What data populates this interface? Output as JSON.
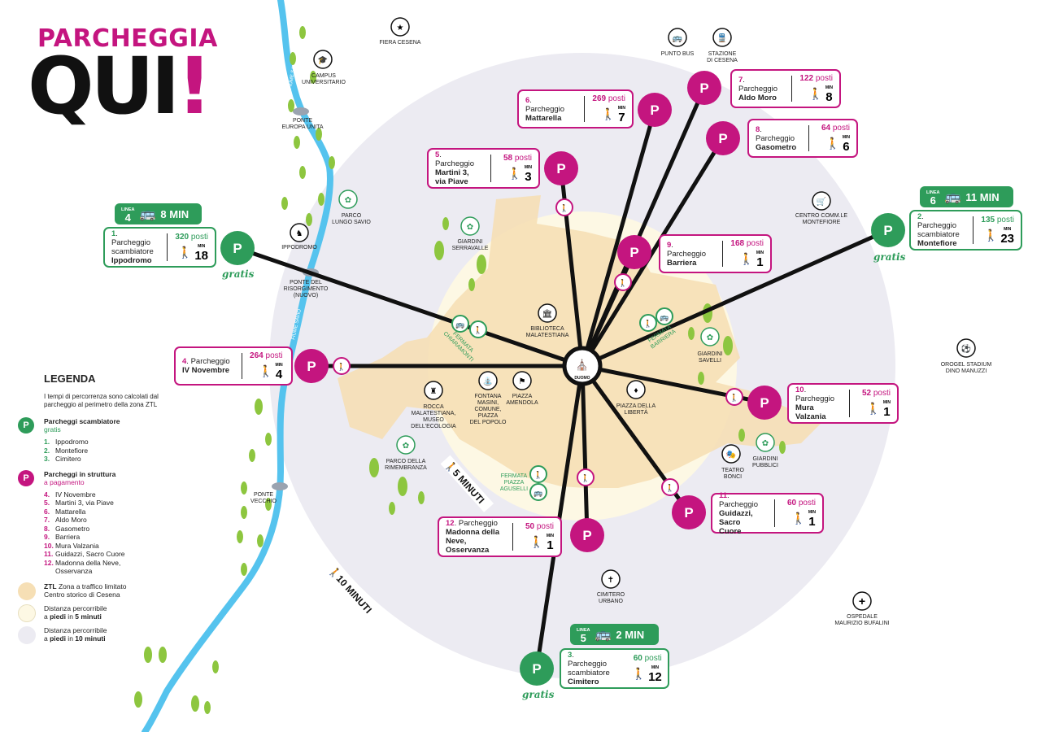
{
  "title": {
    "line1": "PARCHEGGIA",
    "line2": "QUI",
    "bang": "!"
  },
  "rings": {
    "five": "5 MINUTI",
    "ten": "10 MINUTI"
  },
  "center": {
    "label": "DUOMO"
  },
  "parking_marker": "P",
  "gratis": "gratis",
  "posti_word": "posti",
  "min_word": "MIN",
  "pedestrian_icon": "walk-icon",
  "colors": {
    "magenta": "#c4157f",
    "green": "#2e9c5a",
    "river": "#55c3ee",
    "ztl": "#f6dfb5",
    "walk5": "#fdf8e4",
    "walk10": "#ecebf2"
  },
  "parkings": [
    {
      "id": "1",
      "line1": "Parcheggio",
      "line2": "scambiatore",
      "name": "Ippodromo",
      "posti": "320",
      "min": "18",
      "type": "scambiatore"
    },
    {
      "id": "2",
      "line1": "Parcheggio",
      "line2": "scambiatore",
      "name": "Montefiore",
      "posti": "135",
      "min": "23",
      "type": "scambiatore"
    },
    {
      "id": "3",
      "line1": "Parcheggio",
      "line2": "scambiatore",
      "name": "Cimitero",
      "posti": "60",
      "min": "12",
      "type": "scambiatore"
    },
    {
      "id": "4",
      "line1": "Parcheggio",
      "name": "IV Novembre",
      "posti": "264",
      "min": "4",
      "type": "struttura"
    },
    {
      "id": "5",
      "line1": "Parcheggio",
      "name": "Martini 3,",
      "name2": "via Piave",
      "posti": "58",
      "min": "3",
      "type": "struttura"
    },
    {
      "id": "6",
      "line1": "Parcheggio",
      "name": "Mattarella",
      "posti": "269",
      "min": "7",
      "type": "struttura"
    },
    {
      "id": "7",
      "line1": "Parcheggio",
      "name": "Aldo Moro",
      "posti": "122",
      "min": "8",
      "type": "struttura"
    },
    {
      "id": "8",
      "line1": "Parcheggio",
      "name": "Gasometro",
      "posti": "64",
      "min": "6",
      "type": "struttura"
    },
    {
      "id": "9",
      "line1": "Parcheggio",
      "name": "Barriera",
      "posti": "168",
      "min": "1",
      "type": "struttura"
    },
    {
      "id": "10",
      "line1": "Parcheggio",
      "name": "Mura Valzania",
      "posti": "52",
      "min": "1",
      "type": "struttura"
    },
    {
      "id": "11",
      "line1": "Parcheggio",
      "name": "Guidazzi,",
      "name2": "Sacro Cuore",
      "posti": "60",
      "min": "1",
      "type": "struttura"
    },
    {
      "id": "12",
      "line1": "Parcheggio",
      "name": "Madonna della",
      "name2": "Neve, Osservanza",
      "posti": "50",
      "min": "1",
      "type": "struttura"
    }
  ],
  "bus": [
    {
      "linea_label": "LINEA",
      "line": "4",
      "time": "8 MIN"
    },
    {
      "linea_label": "LINEA",
      "line": "6",
      "time": "11 MIN"
    },
    {
      "linea_label": "LINEA",
      "line": "5",
      "time": "2 MIN"
    }
  ],
  "places": {
    "fiera": "FIERA CESENA",
    "punto_bus": "PUNTO BUS",
    "stazione": [
      "STAZIONE",
      "DI CESENA"
    ],
    "campus": [
      "CAMPUS",
      "UNIVERSITARIO"
    ],
    "ponte_europa": [
      "PONTE",
      "EUROPA UNITA"
    ],
    "parco_savio": [
      "PARCO",
      "LUNGO SAVIO"
    ],
    "ippodromo": "IPPODROMO",
    "ponte_risorgimento": [
      "PONTE DEL",
      "RISORGIMENTO",
      "(NUOVO)"
    ],
    "giardini_serravalle": [
      "GIARDINI",
      "SERRAVALLE"
    ],
    "biblioteca": [
      "BIBLIOTECA",
      "MALATESTIANA"
    ],
    "fermata_chiaramonti": [
      "FERMATA",
      "CHIARAMONTI"
    ],
    "centro_comm": [
      "CENTRO COMM.LE",
      "MONTEFIORE"
    ],
    "fermata_barriera": [
      "FERMATA",
      "BARRIERA"
    ],
    "giardini_savelli": [
      "GIARDINI",
      "SAVELLI"
    ],
    "orogel": [
      "OROGEL STADIUM",
      "DINO MANUZZI"
    ],
    "rocca": [
      "ROCCA",
      "MALATESTIANA,",
      "MUSEO",
      "DELL'ECOLOGIA"
    ],
    "fontana": [
      "FONTANA",
      "MASINI,",
      "COMUNE,",
      "PIAZZA",
      "DEL POPOLO"
    ],
    "amendola": [
      "PIAZZA",
      "AMENDOLA"
    ],
    "liberta": [
      "PIAZZA DELLA",
      "LIBERTÀ"
    ],
    "giardini_pubblici": [
      "GIARDINI",
      "PUBBLICI"
    ],
    "teatro": [
      "TEATRO",
      "BONCI"
    ],
    "parco_rimembranza": [
      "PARCO DELLA",
      "RIMEMBRANZA"
    ],
    "fermata_aguselli": [
      "FERMATA",
      "PIAZZA",
      "AGUSELLI"
    ],
    "ponte_vecchio": [
      "PONTE",
      "VECCHIO"
    ],
    "cimitero": [
      "CIMITERO",
      "URBANO"
    ],
    "ospedale": [
      "OSPEDALE",
      "MAURIZIO BUFALINI"
    ],
    "fiume": "FIUME SAVIO"
  },
  "legend": {
    "title": "LEGENDA",
    "intro": "I tempi di percorrenza sono calcolati dal parcheggio al perimetro della zona ZTL",
    "scambiatori_title": "Parcheggi scambiatore",
    "scambiatori_sub": "gratis",
    "scambiatori": [
      {
        "n": "1.",
        "name": "Ippodromo"
      },
      {
        "n": "2.",
        "name": "Montefiore"
      },
      {
        "n": "3.",
        "name": "Cimitero"
      }
    ],
    "struttura_title": "Parcheggi in struttura",
    "struttura_sub": "a pagamento",
    "struttura": [
      {
        "n": "4.",
        "name": "IV Novembre"
      },
      {
        "n": "5.",
        "name": "Martini 3, via Piave"
      },
      {
        "n": "6.",
        "name": "Mattarella"
      },
      {
        "n": "7.",
        "name": "Aldo Moro"
      },
      {
        "n": "8.",
        "name": "Gasometro"
      },
      {
        "n": "9.",
        "name": "Barriera"
      },
      {
        "n": "10.",
        "name": "Mura Valzania"
      },
      {
        "n": "11.",
        "name": "Guidazzi, Sacro Cuore"
      },
      {
        "n": "12.",
        "name": "Madonna della Neve, Osservanza"
      }
    ],
    "ztl_title": "ZTL",
    "ztl_text": "Zona a traffico limitato",
    "ztl_text2": "Centro storico di Cesena",
    "walk5_a": "Distanza percorribile",
    "walk5_b": "a ",
    "walk5_c": "piedi",
    "walk5_d": " in ",
    "walk5_e": "5 minuti",
    "walk10_a": "Distanza percorribile",
    "walk10_b": "a ",
    "walk10_c": "piedi",
    "walk10_d": " in ",
    "walk10_e": "10 minuti"
  }
}
